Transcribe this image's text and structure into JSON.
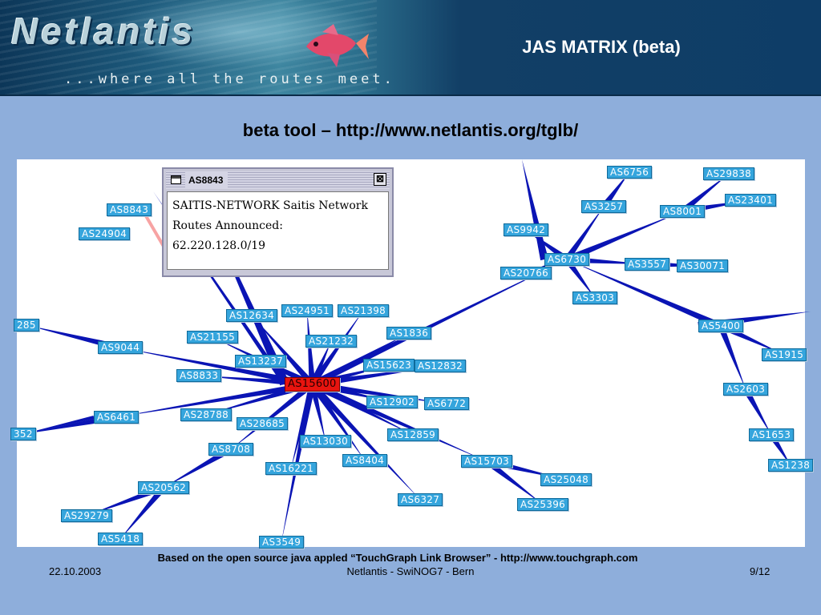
{
  "header": {
    "logo": "Netlantis",
    "tagline": "...where all the routes meet.",
    "title": "JAS MATRIX (beta)"
  },
  "subtitle": "beta tool – http://www.netlantis.org/tglb/",
  "graph": {
    "edge_color": "#0a14b4",
    "node_color": "#35a5dd",
    "highlight_color": "#e8140f",
    "nodes": [
      {
        "id": "AS6756",
        "label": "AS6756",
        "links": [
          "AS3257"
        ]
      },
      {
        "id": "AS29838",
        "label": "AS29838",
        "links": [
          "AS8001"
        ]
      },
      {
        "id": "AS23401",
        "label": "AS23401",
        "links": [
          "AS8001"
        ]
      },
      {
        "id": "AS3257",
        "label": "AS3257",
        "links": [
          "AS6730"
        ]
      },
      {
        "id": "AS8001",
        "label": "AS8001",
        "links": [
          "AS6730"
        ]
      },
      {
        "id": "AS8843",
        "label": "AS8843",
        "links": [],
        "selected": true
      },
      {
        "id": "AS24904",
        "label": "AS24904",
        "links": []
      },
      {
        "id": "AS9942",
        "label": "AS9942",
        "links": [
          "AS6730"
        ]
      },
      {
        "id": "AS6730",
        "label": "AS6730",
        "links": [
          "AS15600",
          "AS5400"
        ]
      },
      {
        "id": "AS3557",
        "label": "AS3557",
        "links": [
          "AS6730"
        ]
      },
      {
        "id": "AS30071",
        "label": "AS30071",
        "links": [
          "AS3557"
        ]
      },
      {
        "id": "AS20766",
        "label": "AS20766",
        "links": [
          "AS6730"
        ]
      },
      {
        "id": "AS3303",
        "label": "AS3303",
        "links": [
          "AS6730"
        ]
      },
      {
        "id": "AS12634",
        "label": "AS12634",
        "links": [
          "AS15600"
        ]
      },
      {
        "id": "AS24951",
        "label": "AS24951",
        "links": [
          "AS15600"
        ]
      },
      {
        "id": "AS21398",
        "label": "AS21398",
        "links": [
          "AS15600"
        ]
      },
      {
        "id": "AS5400",
        "label": "AS5400",
        "links": []
      },
      {
        "id": "AS8285",
        "label": "285",
        "links": [
          "AS9044"
        ]
      },
      {
        "id": "AS1836",
        "label": "AS1836",
        "links": [
          "AS15600"
        ]
      },
      {
        "id": "AS21155",
        "label": "AS21155",
        "links": [
          "AS15600"
        ]
      },
      {
        "id": "AS21232",
        "label": "AS21232",
        "links": [
          "AS15600"
        ]
      },
      {
        "id": "AS9044",
        "label": "AS9044",
        "links": [
          "AS15600"
        ]
      },
      {
        "id": "AS1915",
        "label": "AS1915",
        "links": [
          "AS5400"
        ]
      },
      {
        "id": "AS13237",
        "label": "AS13237",
        "links": [
          "AS15600"
        ]
      },
      {
        "id": "AS15623",
        "label": "AS15623",
        "links": [
          "AS15600"
        ]
      },
      {
        "id": "AS12832",
        "label": "AS12832",
        "links": [
          "AS15600"
        ]
      },
      {
        "id": "AS8833",
        "label": "AS8833",
        "links": [
          "AS15600"
        ]
      },
      {
        "id": "AS15600",
        "label": "AS15600",
        "links": [],
        "highlight": true
      },
      {
        "id": "AS2603",
        "label": "AS2603",
        "links": [
          "AS5400"
        ]
      },
      {
        "id": "AS12902",
        "label": "AS12902",
        "links": [
          "AS15600"
        ]
      },
      {
        "id": "AS6772",
        "label": "AS6772",
        "links": [
          "AS15600"
        ]
      },
      {
        "id": "AS6461",
        "label": "AS6461",
        "links": [
          "AS15600"
        ]
      },
      {
        "id": "AS28788",
        "label": "AS28788",
        "links": [
          "AS15600"
        ]
      },
      {
        "id": "AS28685",
        "label": "AS28685",
        "links": [
          "AS15600"
        ]
      },
      {
        "id": "AS3352",
        "label": "352",
        "links": [
          "AS6461"
        ]
      },
      {
        "id": "AS12859",
        "label": "AS12859",
        "links": [
          "AS15600"
        ]
      },
      {
        "id": "AS1653",
        "label": "AS1653",
        "links": [
          "AS2603"
        ]
      },
      {
        "id": "AS13030",
        "label": "AS13030",
        "links": [
          "AS15600"
        ]
      },
      {
        "id": "AS8708",
        "label": "AS8708",
        "links": [
          "AS15600"
        ]
      },
      {
        "id": "AS8404",
        "label": "AS8404",
        "links": [
          "AS15600"
        ]
      },
      {
        "id": "AS15703",
        "label": "AS15703",
        "links": [
          "AS15600"
        ]
      },
      {
        "id": "AS16221",
        "label": "AS16221",
        "links": [
          "AS15600"
        ]
      },
      {
        "id": "AS1238",
        "label": "AS1238",
        "links": [
          "AS1653"
        ]
      },
      {
        "id": "AS25048",
        "label": "AS25048",
        "links": [
          "AS15703"
        ]
      },
      {
        "id": "AS20562",
        "label": "AS20562",
        "links": [
          "AS8708"
        ]
      },
      {
        "id": "AS6327",
        "label": "AS6327",
        "links": [
          "AS15600"
        ]
      },
      {
        "id": "AS25396",
        "label": "AS25396",
        "links": [
          "AS15703"
        ]
      },
      {
        "id": "AS29279",
        "label": "AS29279",
        "links": [
          "AS20562"
        ]
      },
      {
        "id": "AS5418",
        "label": "AS5418",
        "links": [
          "AS20562"
        ]
      },
      {
        "id": "AS3549",
        "label": "AS3549",
        "links": [
          "AS15600"
        ]
      }
    ]
  },
  "popup": {
    "title": "AS8843",
    "close_glyph": "⊠",
    "lines": [
      "SAITIS-NETWORK Saitis Network",
      "Routes Announced:",
      "62.220.128.0/19"
    ]
  },
  "credit": "Based on the open source java appled “TouchGraph Link Browser” - http://www.touchgraph.com",
  "footer": {
    "date": "22.10.2003",
    "center": "Netlantis - SwiNOG7 - Bern",
    "page": "9/12"
  }
}
